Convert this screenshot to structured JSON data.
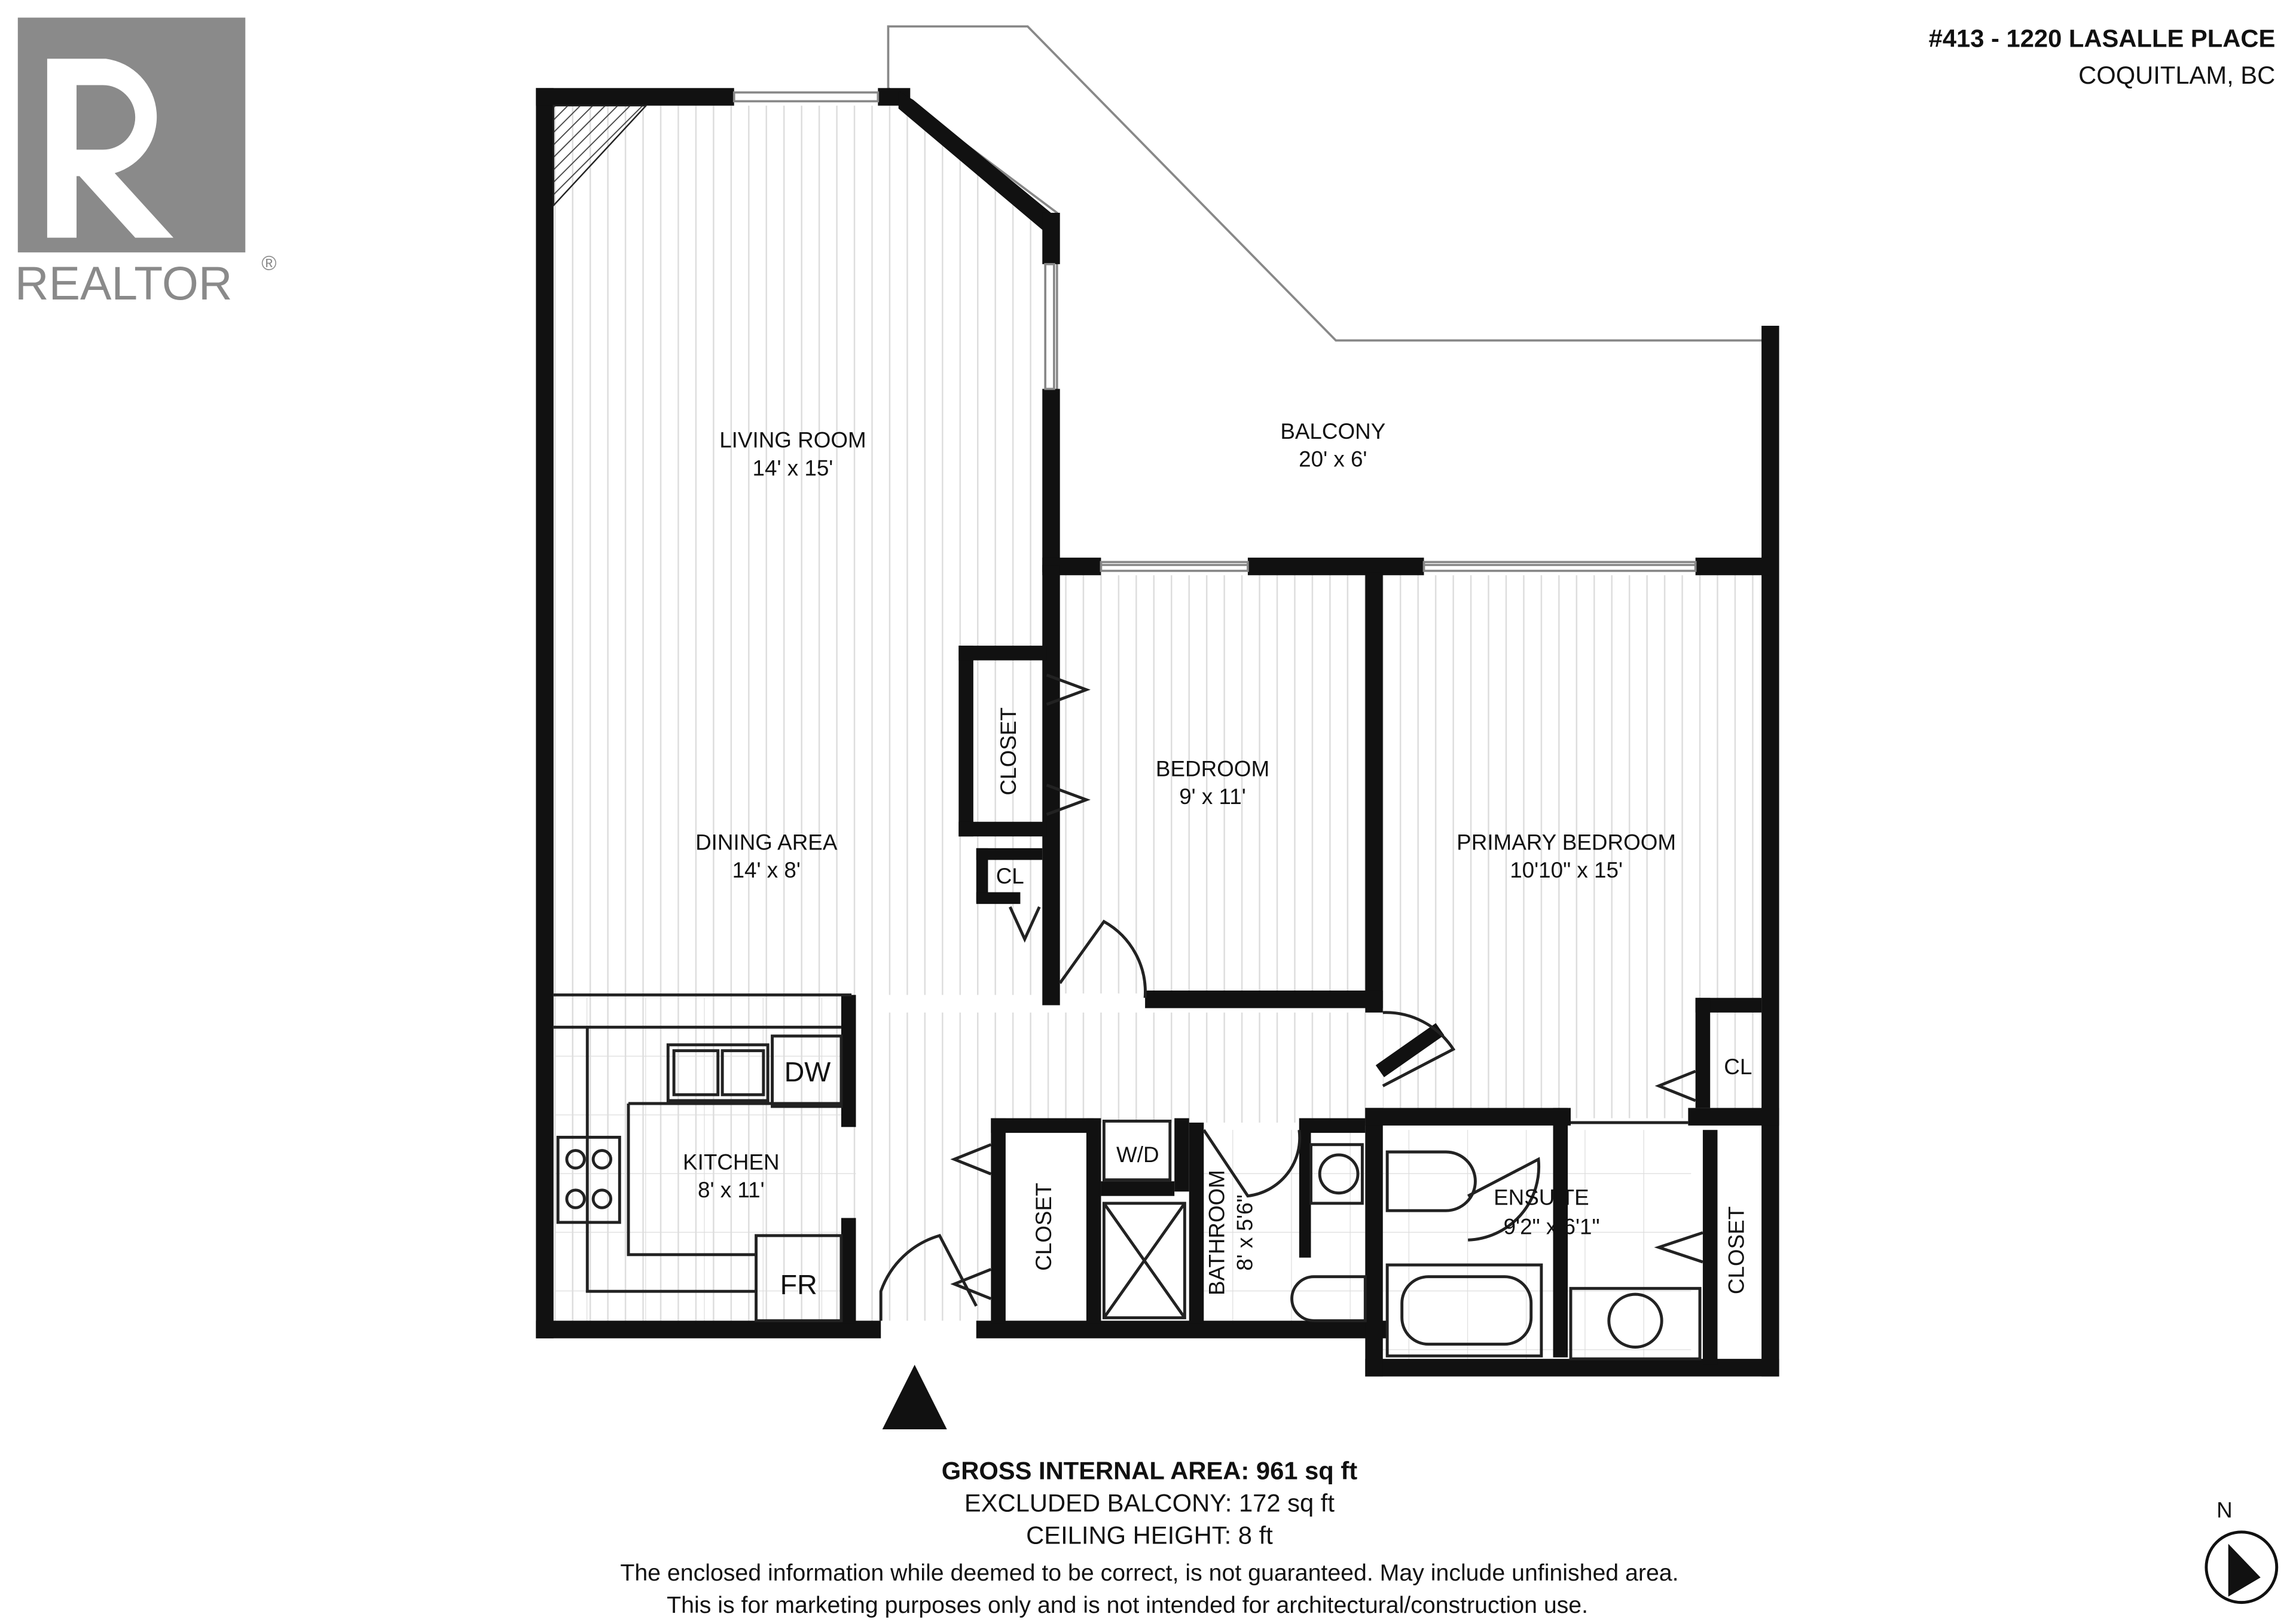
{
  "logo": {
    "text": "REALTOR",
    "mark": "®",
    "color": "#8a8a8a"
  },
  "header": {
    "address": "#413 - 1220 LASALLE PLACE",
    "city": "COQUITLAM, BC"
  },
  "rooms": {
    "living": {
      "name": "LIVING ROOM",
      "size": "14' x 15'"
    },
    "balcony": {
      "name": "BALCONY",
      "size": "20' x 6'"
    },
    "dining": {
      "name": "DINING AREA",
      "size": "14' x 8'"
    },
    "bedroom": {
      "name": "BEDROOM",
      "size": "9' x 11'"
    },
    "primary": {
      "name": "PRIMARY BEDROOM",
      "size": "10'10\" x 15'"
    },
    "kitchen": {
      "name": "KITCHEN",
      "size": "8' x 11'"
    },
    "bathroom": {
      "name": "BATHROOM",
      "size": "8' x 5'6\""
    },
    "ensuite": {
      "name": "ENSUITE",
      "size": "9'2\" x 6'1\""
    }
  },
  "fixtures": {
    "closet": "CLOSET",
    "cl": "CL",
    "dw": "DW",
    "fr": "FR",
    "wd": "W/D"
  },
  "footer": {
    "gross": "GROSS INTERNAL AREA: 961 sq ft",
    "balcony": "EXCLUDED BALCONY: 172 sq ft",
    "ceiling": "CEILING HEIGHT: 8 ft",
    "disclaimer1": "The enclosed information while deemed to be correct, is not guaranteed. May include unfinished area.",
    "disclaimer2": "This is for marketing purposes only and is not intended for architectural/construction use."
  },
  "compass": {
    "label": "N",
    "icon": "north-arrow-icon"
  },
  "entrance": {
    "icon": "entrance-arrow-icon"
  }
}
